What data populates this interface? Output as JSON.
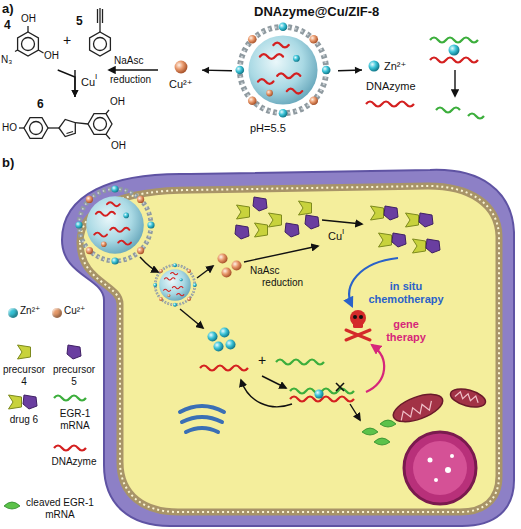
{
  "diagram": {
    "nodes": [
      {
        "text": [
          "4"
        ]
      },
      {
        "text": [
          "5"
        ]
      },
      {
        "text": [
          "6"
        ]
      },
      {
        "text": [
          "DNAzyme@Cu/ZIF-8",
          "pH=5.5"
        ]
      },
      {
        "text": [
          "Cu²⁺"
        ]
      },
      {
        "text": [
          "Zn²⁺",
          "DNAzyme"
        ]
      }
    ],
    "edges": [
      {
        "from": 0,
        "to": 2,
        "arrow": "to"
      },
      {
        "from": 1,
        "to": 2,
        "arrow": "to"
      },
      {
        "from": 3,
        "to": 4,
        "arrow": "to"
      },
      {
        "from": 3,
        "to": 5,
        "arrow": "to"
      }
    ],
    "labels": [
      "a)",
      "+",
      "OH",
      "OH",
      "N₃",
      "Cu",
      "I",
      "NaAsc",
      "reduction",
      "HO",
      "OH",
      "OH",
      "b)",
      "NaAsc",
      "reduction",
      "Cu",
      "I",
      "in situ chemotherapy",
      "gene therapy",
      "+"
    ],
    "legend": [
      {
        "text": "Zn²⁺",
        "color": "#35c3d6"
      },
      {
        "text": "Cu²⁺",
        "color": "#e69a6a"
      },
      {
        "text": "precursor 4"
      },
      {
        "text": "precursor 5"
      },
      {
        "text": "drug 6"
      },
      {
        "text": "EGR-1 mRNA"
      },
      {
        "text": "DNAzyme"
      },
      {
        "text": "cleaved EGR-1 mRNA"
      }
    ]
  }
}
